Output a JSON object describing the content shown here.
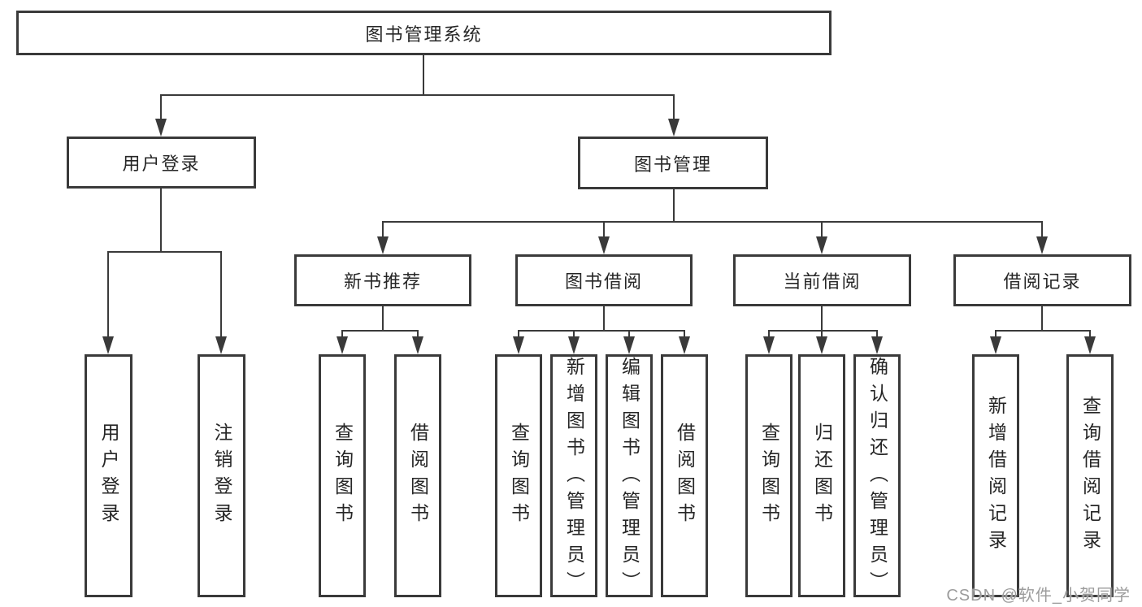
{
  "diagram": {
    "tree": {
      "label": "图书管理系统",
      "children": [
        {
          "label": "用户登录",
          "children": [
            {
              "label": "用户登录"
            },
            {
              "label": "注销登录"
            }
          ]
        },
        {
          "label": "图书管理",
          "children": [
            {
              "label": "新书推荐",
              "children": [
                {
                  "label": "查询图书"
                },
                {
                  "label": "借阅图书"
                }
              ]
            },
            {
              "label": "图书借阅",
              "children": [
                {
                  "label": "查询图书"
                },
                {
                  "label": "新增图书（管理员）"
                },
                {
                  "label": "编辑图书（管理员）"
                },
                {
                  "label": "借阅图书"
                }
              ]
            },
            {
              "label": "当前借阅",
              "children": [
                {
                  "label": "查询图书"
                },
                {
                  "label": "归还图书"
                },
                {
                  "label": "确认归还（管理员）"
                }
              ]
            },
            {
              "label": "借阅记录",
              "children": [
                {
                  "label": "新增借阅记录"
                },
                {
                  "label": "查询借阅记录"
                }
              ]
            }
          ]
        }
      ]
    }
  },
  "watermark": {
    "text": "CSDN @软件_小贺同学"
  },
  "colors": {
    "line": "#3a3a3a",
    "text": "#262626",
    "watermark": "#9c9c9c",
    "background": "#ffffff"
  }
}
